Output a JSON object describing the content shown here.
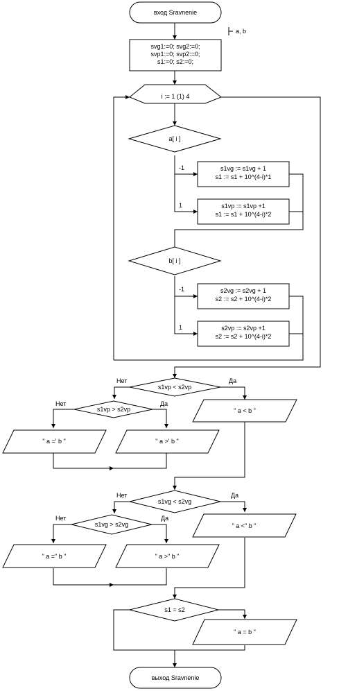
{
  "start": {
    "label": "вход Sravnenie"
  },
  "params": {
    "label": "a, b"
  },
  "init": {
    "lines": [
      "svg1:=0; svg2:=0;",
      "svp1:=0; svp2:=0;",
      "s1:=0; s2:=0;"
    ]
  },
  "loop": {
    "label": "i := 1 (1) 4"
  },
  "decision_a": {
    "label": "a[ i ]",
    "branch_neg": "-1",
    "branch_pos": "1"
  },
  "proc_a1": {
    "lines": [
      "s1vg := s1vg + 1",
      "s1 := s1 + 10^(4-i)*1"
    ]
  },
  "proc_a2": {
    "lines": [
      "s1vp := s1vp +1",
      "s1 := s1 + 10^(4-i)*2"
    ]
  },
  "decision_b": {
    "label": "b[ i ]",
    "branch_neg": "-1",
    "branch_pos": "1"
  },
  "proc_b1": {
    "lines": [
      "s2vg := s2vg + 1",
      "s2 := s2 + 10^(4-i)*2"
    ]
  },
  "proc_b2": {
    "lines": [
      "s2vp := s2vp +1",
      "s2 := s2 + 10^(4-i)*2"
    ]
  },
  "dec1": {
    "label": "s1vp < s2vp",
    "no": "Нет",
    "yes": "Да"
  },
  "dec2": {
    "label": "s1vp > s2vp",
    "no": "Нет",
    "yes": "Да"
  },
  "out1": {
    "label": "\" a < b \""
  },
  "out2": {
    "label": "\" a =' b \""
  },
  "out3": {
    "label": "\" a >' b \""
  },
  "dec3": {
    "label": "s1vg < s2vg",
    "no": "Нет",
    "yes": "Да"
  },
  "dec4": {
    "label": "s1vg > s2vg",
    "no": "Нет",
    "yes": "Да"
  },
  "out4": {
    "label": "\" a <\" b \""
  },
  "out5": {
    "label": "\" a =\" b \""
  },
  "out6": {
    "label": "\" a >\" b \""
  },
  "dec5": {
    "label": "s1 = s2"
  },
  "out7": {
    "label": "\" a = b \""
  },
  "end": {
    "label": "выход Sravnenie"
  }
}
